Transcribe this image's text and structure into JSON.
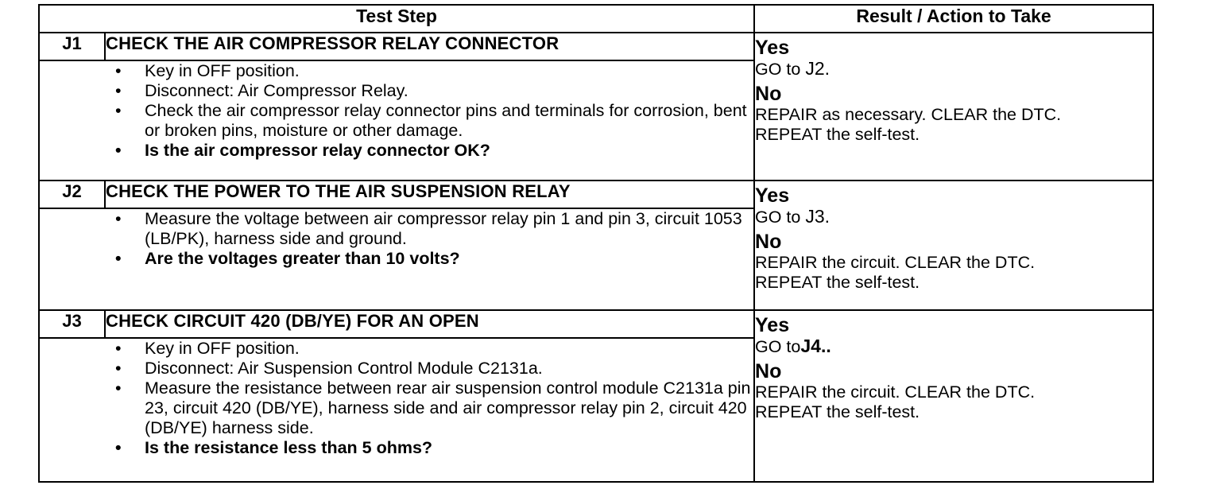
{
  "header": {
    "test_step": "Test Step",
    "result_action": "Result / Action to Take"
  },
  "steps": [
    {
      "id": "J1",
      "title": "CHECK THE AIR COMPRESSOR RELAY CONNECTOR",
      "bullets": [
        "Key in OFF position.",
        "Disconnect: Air Compressor Relay.",
        "Check the air compressor relay connector pins and terminals for corrosion, bent or broken pins, moisture or other damage."
      ],
      "question": "Is the air compressor relay connector OK?",
      "yes_label": "Yes",
      "yes_prefix": "GO to ",
      "yes_target": "J2.",
      "no_label": "No",
      "no_line1": "REPAIR as necessary. CLEAR the DTC.",
      "no_line2": "REPEAT the self-test."
    },
    {
      "id": "J2",
      "title": "CHECK THE POWER TO THE AIR SUSPENSION RELAY",
      "bullets": [
        "Measure the voltage between air compressor relay pin 1 and pin 3, circuit 1053 (LB/PK), harness side and ground."
      ],
      "question": "Are the voltages greater than 10 volts?",
      "yes_label": "Yes",
      "yes_prefix": "GO to ",
      "yes_target": "J3.",
      "no_label": "No",
      "no_line1": "REPAIR the circuit. CLEAR the DTC.",
      "no_line2": "REPEAT the self-test."
    },
    {
      "id": "J3",
      "title": "CHECK CIRCUIT 420 (DB/YE) FOR AN OPEN",
      "bullets": [
        "Key in OFF position.",
        "Disconnect: Air Suspension Control Module C2131a.",
        "Measure the resistance between rear air suspension control module C2131a pin 23, circuit 420 (DB/YE), harness side and air compressor relay pin 2, circuit 420 (DB/YE) harness side."
      ],
      "question": "Is the resistance less than 5 ohms?",
      "yes_label": "Yes",
      "yes_prefix": "GO to",
      "yes_target": "J4..",
      "no_label": "No",
      "no_line1": "REPAIR the circuit. CLEAR the DTC.",
      "no_line2": "REPEAT the self-test."
    }
  ]
}
